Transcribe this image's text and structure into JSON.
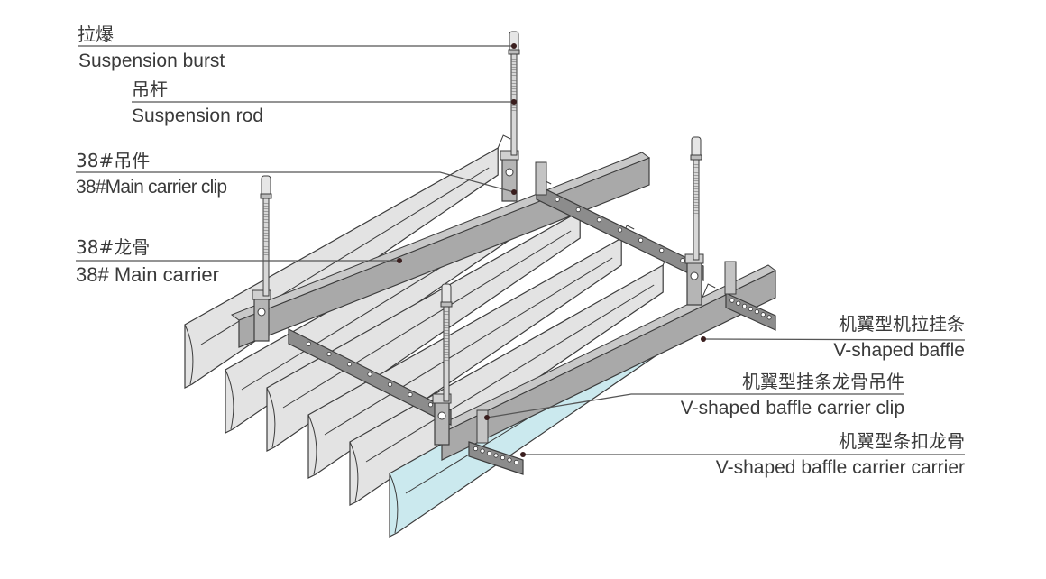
{
  "diagram": {
    "title": "",
    "colors": {
      "baffle_grey": "#e3e3e3",
      "baffle_blue": "#cbe9ee",
      "carrier_grey": "#a9a9a9",
      "carrier_dark": "#8c8c8c",
      "outline": "#3c3c3c",
      "leader": "#555555",
      "leader_dot": "#3a1e1e",
      "text": "#3a3a3a"
    },
    "labels": [
      {
        "id": "suspension-burst",
        "zh": "拉爆",
        "en": "Suspension burst"
      },
      {
        "id": "suspension-rod",
        "zh": "吊杆",
        "en": "Suspension rod"
      },
      {
        "id": "main-carrier-clip",
        "zh": "38#吊件",
        "en": "38#Main carrier clip"
      },
      {
        "id": "main-carrier",
        "zh": "38#龙骨",
        "en": "38# Main carrier"
      },
      {
        "id": "v-shaped-baffle",
        "zh": "机翼型机拉挂条",
        "en": "V-shaped baffle"
      },
      {
        "id": "v-baffle-carrier-clip",
        "zh": "机翼型挂条龙骨吊件",
        "en": "V-shaped baffle carrier clip"
      },
      {
        "id": "v-baffle-carrier",
        "zh": "机翼型条扣龙骨",
        "en": "V-shaped baffle carrier carrier"
      }
    ]
  }
}
